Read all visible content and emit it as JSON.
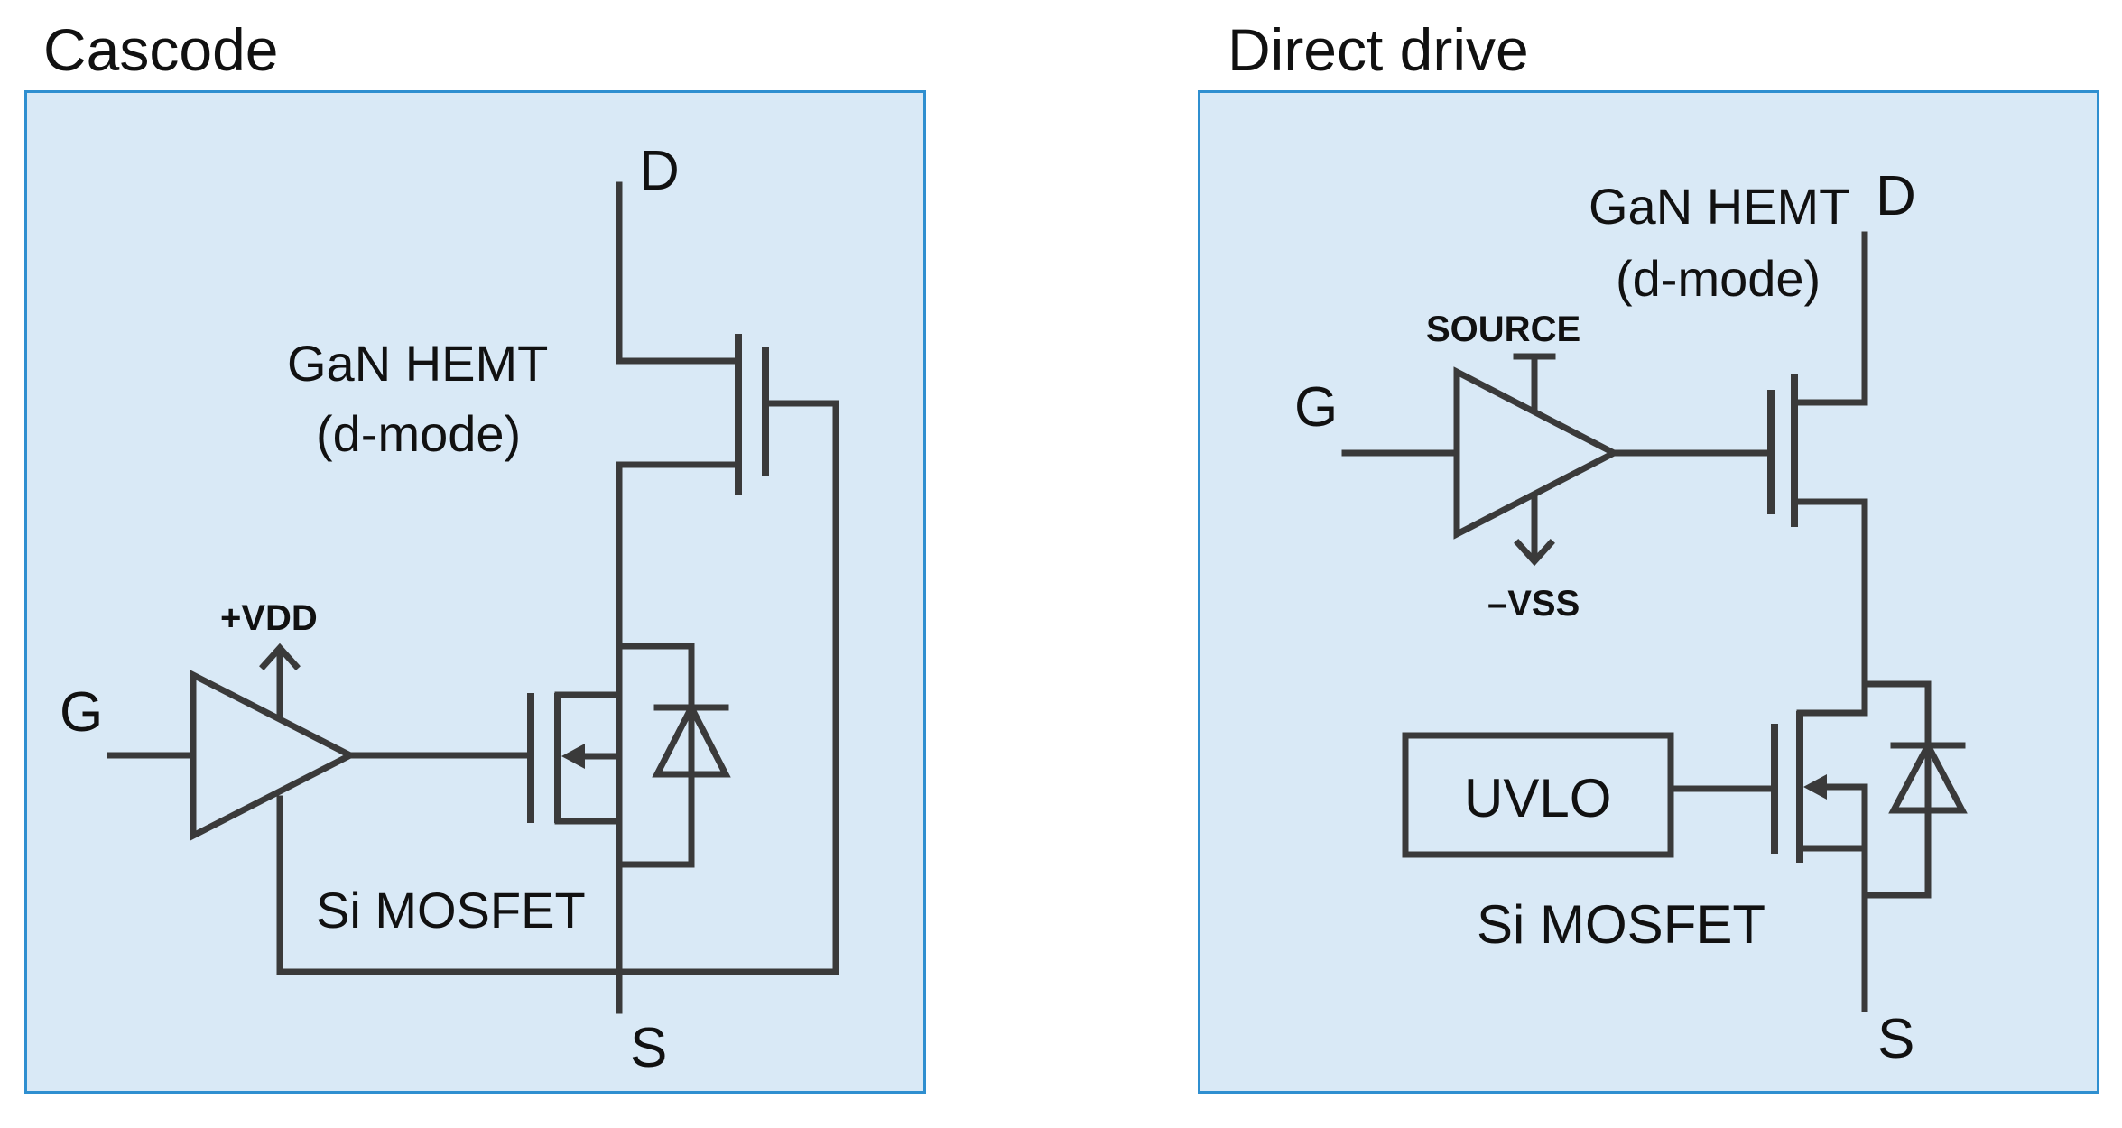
{
  "panels": {
    "cascode": {
      "title": "Cascode",
      "labels": {
        "drain": "D",
        "source": "S",
        "gate": "G",
        "gan_line1": "GaN HEMT",
        "gan_line2": "(d-mode)",
        "vdd": "+VDD",
        "si": "Si MOSFET"
      }
    },
    "direct": {
      "title": "Direct drive",
      "labels": {
        "drain": "D",
        "source": "S",
        "gate": "G",
        "gan_line1": "GaN HEMT",
        "gan_line2": "(d-mode)",
        "source_supply": "SOURCE",
        "vss": "–VSS",
        "uvlo": "UVLO",
        "si": "Si MOSFET"
      }
    }
  },
  "colors": {
    "panel_fill": "#d9e9f6",
    "panel_border": "#2f8fd0",
    "wire": "#3a3a3a"
  }
}
